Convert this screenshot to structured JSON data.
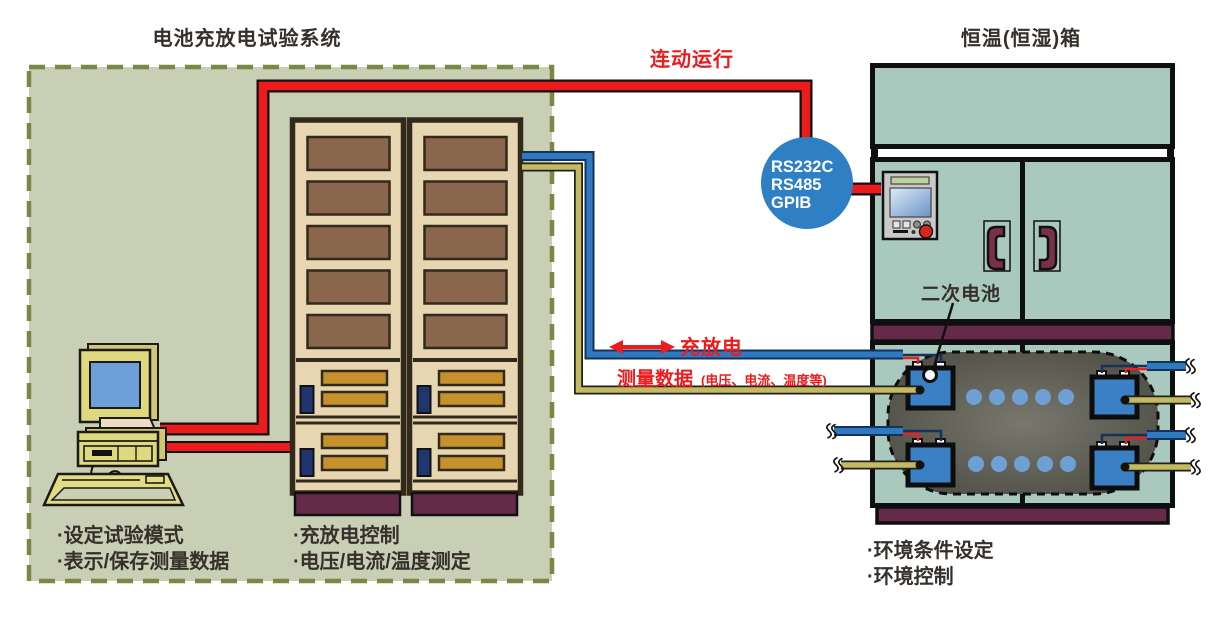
{
  "left_system": {
    "title": "电池充放电试验系统",
    "notes_computer": [
      "·设定试验模式",
      "·表示/保存测量数据"
    ],
    "notes_rack": [
      "·充放电控制",
      "·电压/电流/温度测定"
    ]
  },
  "chamber": {
    "title": "恒温(恒湿)箱",
    "battery_callout": "二次电池",
    "notes": [
      "·环境条件设定",
      "·环境控制"
    ]
  },
  "links": {
    "linked_operation_label": "连动运行",
    "interface_lines": [
      "RS232C",
      "RS485",
      "GPIB"
    ],
    "charge_discharge_label": "充放电",
    "measurement_label": "测量数据",
    "measurement_sub_label": "(电压、电流、温度等)"
  },
  "colors": {
    "system_box_fill": "#c9cfb4",
    "system_box_border": "#7a8746",
    "chamber_teal": "#a9c8be",
    "accent_red": "#ec1c1c",
    "wire_blue": "#2e79c0",
    "wire_yellow": "#c3ba62",
    "interface_circle_blue": "#2e7fc4",
    "battery_blue": "#3b7fc4",
    "rack_body": "#e6d7b2",
    "rack_panel_brown": "#8a664d",
    "rack_bar_gold": "#c6912d",
    "base_maroon": "#642a47",
    "chamber_interior_gray": "#5a5a52"
  }
}
